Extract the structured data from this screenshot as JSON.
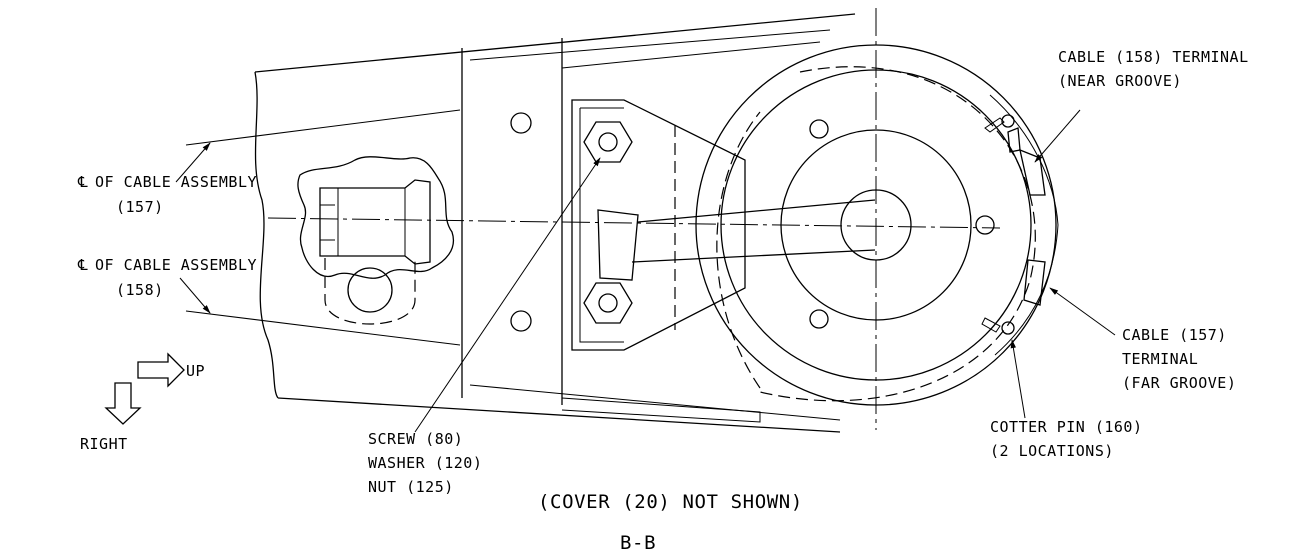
{
  "drawing": {
    "section_label": "B-B",
    "cover_note": "(COVER (20) NOT SHOWN)",
    "labels": {
      "cl_157_line1": "OF CABLE ASSEMBLY",
      "cl_157_line2": "(157)",
      "cl_158_line1": "OF CABLE ASSEMBLY",
      "cl_158_line2": "(158)",
      "cable_158_line1": "CABLE (158) TERMINAL",
      "cable_158_line2": "(NEAR GROOVE)",
      "cable_157_line1": "CABLE (157)",
      "cable_157_line2": "TERMINAL",
      "cable_157_line3": "(FAR GROOVE)",
      "cotter_line1": "COTTER PIN (160)",
      "cotter_line2": "(2 LOCATIONS)",
      "screw_line1": "SCREW (80)",
      "screw_line2": "WASHER (120)",
      "screw_line3": "NUT (125)",
      "dir_up": "UP",
      "dir_right": "RIGHT"
    }
  }
}
